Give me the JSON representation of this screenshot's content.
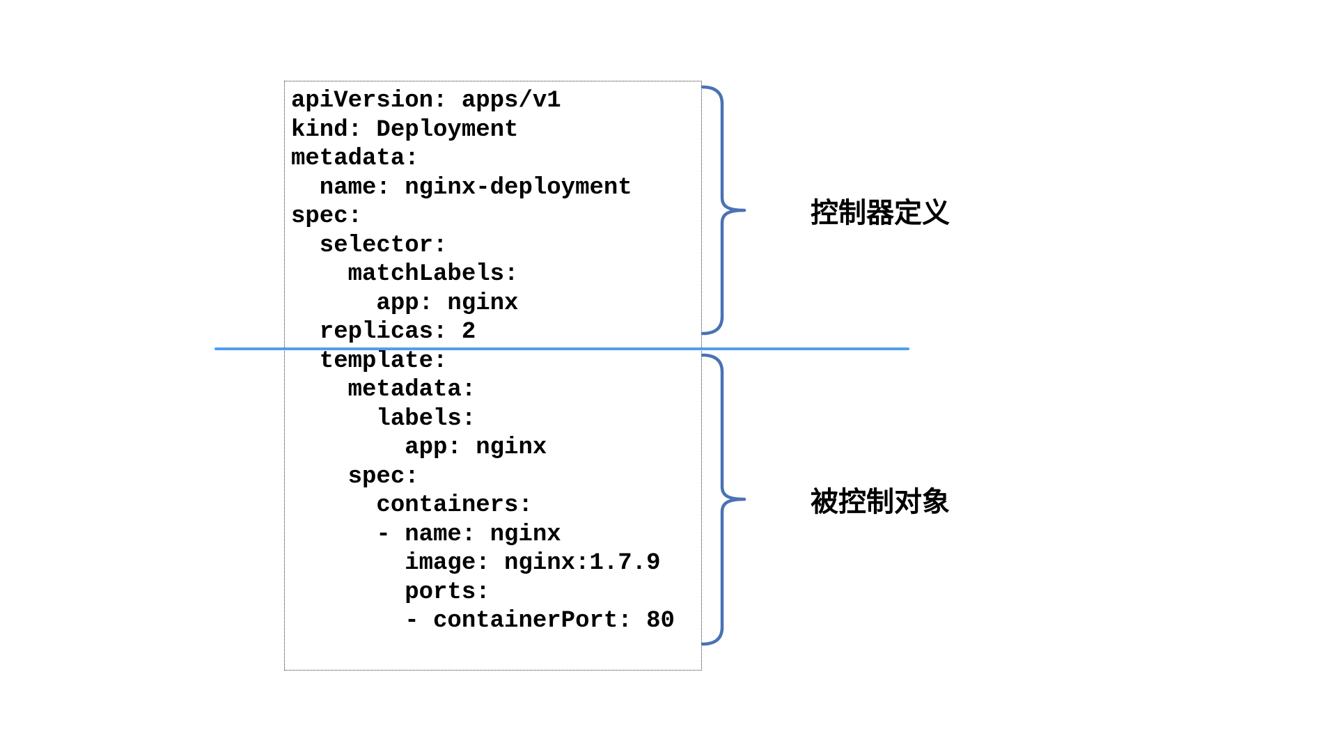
{
  "yaml_box": {
    "lines": [
      "apiVersion: apps/v1",
      "kind: Deployment",
      "metadata:",
      "  name: nginx-deployment",
      "spec:",
      "  selector:",
      "    matchLabels:",
      "      app: nginx",
      "  replicas: 2",
      "  template:",
      "    metadata:",
      "      labels:",
      "        app: nginx",
      "    spec:",
      "      containers:",
      "      - name: nginx",
      "        image: nginx:1.7.9",
      "        ports:",
      "        - containerPort: 80"
    ]
  },
  "labels": {
    "controller": "控制器定义",
    "controlled": "被控制对象"
  },
  "colors": {
    "brace": "#4a72b4",
    "divider": "#4f9ff0",
    "text": "#000000",
    "box_border": "#2b2b2b",
    "background": "#ffffff"
  }
}
